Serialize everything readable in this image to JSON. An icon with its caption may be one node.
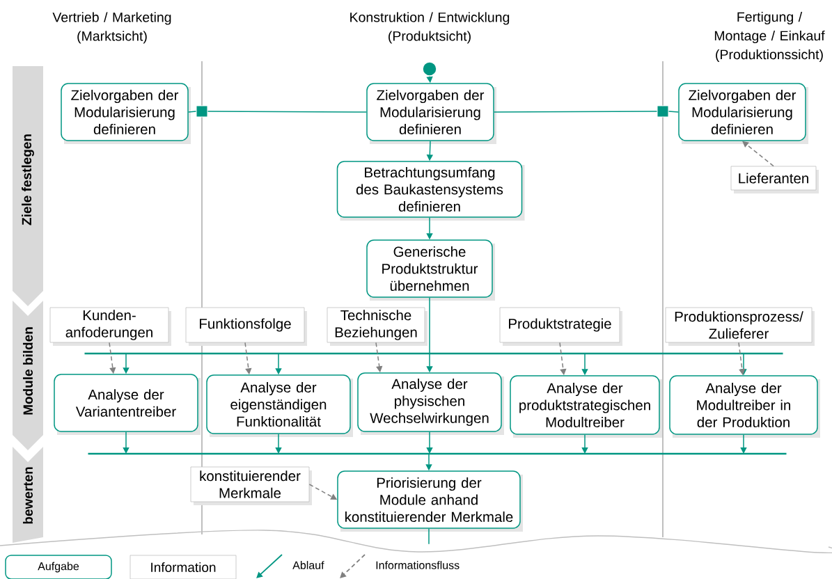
{
  "diagram": {
    "nodes": [
      {
        "text": [],
        "shape": "circle"
      },
      {
        "text": [
          "Zielvorgaben der Modularisierung definieren"
        ]
      },
      {
        "text": [
          "Zielvorgaben der Modularisierung definieren"
        ]
      },
      {
        "text": [
          "Zielvorgaben der Modularisierung definieren"
        ]
      },
      {
        "text": [],
        "shape": "box"
      },
      {
        "text": [],
        "shape": "box"
      },
      {
        "text": [
          "Lieferanten"
        ]
      },
      {
        "text": [
          "Betrachtungsumfang des Baukastensystems definieren"
        ]
      },
      {
        "text": [
          "Generische Produktstruktur übernehmen"
        ]
      },
      {
        "text": [
          "Kunden- anfoderungen"
        ]
      },
      {
        "text": [
          "Funktionsfolge"
        ]
      },
      {
        "text": [
          "Technische Beziehungen"
        ]
      },
      {
        "text": [
          "Produktstrategie"
        ]
      },
      {
        "text": [
          "Produktionsprozess/ Zulieferer"
        ]
      },
      {
        "text": [],
        "shape": "bar"
      },
      {
        "text": [
          "Analyse der Variantentreiber"
        ]
      },
      {
        "text": [
          "Analyse der eigenständigen Funktionalität"
        ]
      },
      {
        "text": [
          "Analyse der physischen Wechselwirkungen"
        ]
      },
      {
        "text": [
          "Analyse der produktstrategischen Modultreiber"
        ]
      },
      {
        "text": [
          "Analyse der Modultreiber in der Produktion"
        ]
      },
      {
        "text": [],
        "shape": "bar"
      },
      {
        "text": [
          "konstituierender Merkmale"
        ]
      },
      {
        "text": [
          "Priorisierung der Module anhand konstituierender Merkmale"
        ]
      }
    ],
    "edges": [
      {
        "from": 0,
        "to": 2,
        "arrow": "to"
      },
      {
        "from": 2,
        "to": 4,
        "arrow": "none"
      },
      {
        "from": 4,
        "to": 1,
        "arrow": "none"
      },
      {
        "from": 2,
        "to": 5,
        "arrow": "none"
      },
      {
        "from": 5,
        "to": 3,
        "arrow": "none"
      },
      {
        "from": 6,
        "to": 3,
        "arrow": "to",
        "style": "dashed",
        "color": "#808080"
      },
      {
        "from": 2,
        "to": 7,
        "arrow": "to"
      },
      {
        "from": 7,
        "to": 8,
        "arrow": "to"
      },
      {
        "from": 8,
        "to": 14,
        "arrow": "none"
      },
      {
        "from": 14,
        "to": 15,
        "arrow": "to"
      },
      {
        "from": 14,
        "to": 16,
        "arrow": "to"
      },
      {
        "from": 14,
        "to": 17,
        "arrow": "to"
      },
      {
        "from": 14,
        "to": 18,
        "arrow": "to"
      },
      {
        "from": 14,
        "to": 19,
        "arrow": "to"
      },
      {
        "from": 9,
        "to": 15,
        "arrow": "to",
        "style": "dashed",
        "color": "#808080"
      },
      {
        "from": 10,
        "to": 16,
        "arrow": "to",
        "style": "dashed",
        "color": "#808080"
      },
      {
        "from": 11,
        "to": 17,
        "arrow": "to",
        "style": "dashed",
        "color": "#808080"
      },
      {
        "from": 12,
        "to": 18,
        "arrow": "to",
        "style": "dashed",
        "color": "#808080"
      },
      {
        "from": 13,
        "to": 19,
        "arrow": "to",
        "style": "dashed",
        "color": "#808080"
      },
      {
        "from": 15,
        "to": 20,
        "arrow": "to"
      },
      {
        "from": 16,
        "to": 20,
        "arrow": "to"
      },
      {
        "from": 17,
        "to": 20,
        "arrow": "to"
      },
      {
        "from": 18,
        "to": 20,
        "arrow": "to"
      },
      {
        "from": 19,
        "to": 20,
        "arrow": "to"
      },
      {
        "from": 20,
        "to": 22,
        "arrow": "to"
      },
      {
        "from": 21,
        "to": 22,
        "arrow": "to",
        "style": "dashed",
        "color": "#808080"
      },
      {
        "from": 22,
        "to": null,
        "arrow": "none"
      }
    ],
    "labels": [
      "Vertrieb / Marketing (Marktsicht)",
      "Konstruktion / Entwicklung (Produktsicht)",
      "Fertigung / Montage / Einkauf (Produktionssicht)",
      "Ziele festlegen",
      "Module bilden",
      "bewerten"
    ],
    "legend": [
      {
        "text": "Aufgabe"
      },
      {
        "text": "Information"
      },
      {
        "text": "Ablauf"
      },
      {
        "text": "Informationsfluss"
      }
    ]
  }
}
